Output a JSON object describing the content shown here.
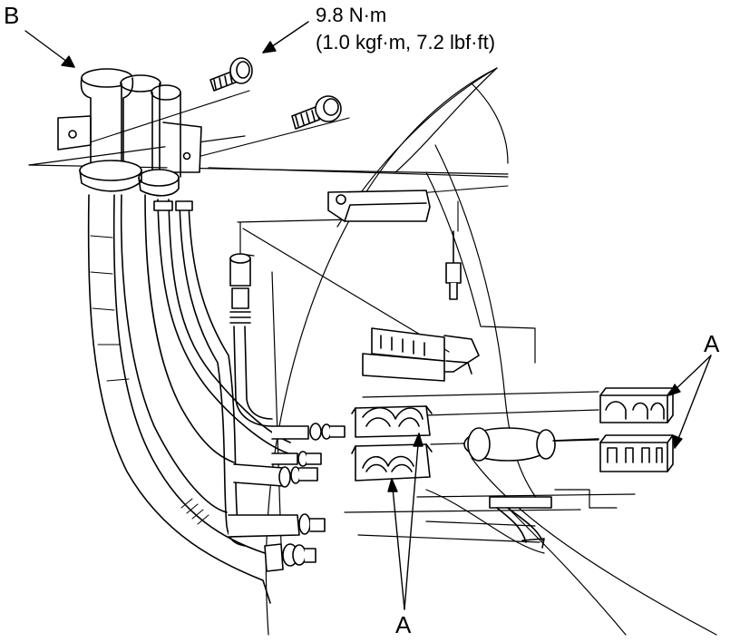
{
  "labels": {
    "callout_b": "B",
    "callout_a_right": "A",
    "callout_a_bottom": "A",
    "torque_value": "9.8 N·m",
    "torque_imperial": "(1.0 kgf·m, 7.2 lbf·ft)"
  },
  "colors": {
    "line": "#000000",
    "fill": "#ffffff",
    "shade": "#e6e6e6"
  }
}
